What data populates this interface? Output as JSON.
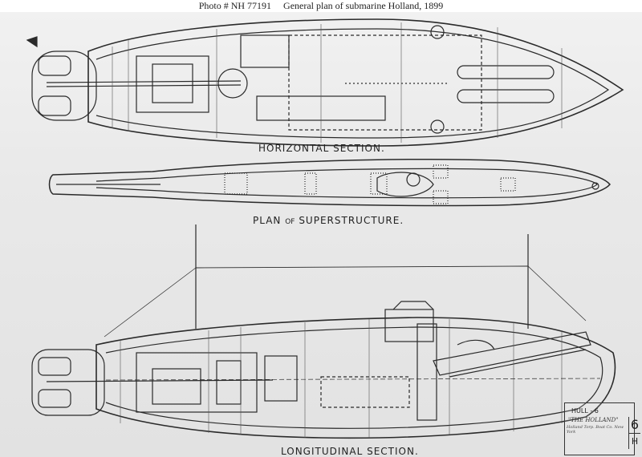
{
  "caption": {
    "photo_number": "Photo # NH 77191",
    "title": "General plan of submarine Holland, 1899"
  },
  "views": {
    "horizontal": "HORIZONTAL SECTION.",
    "plan_prefix": "PLAN",
    "plan_of": "OF",
    "plan_suffix": "SUPERSTRUCTURE.",
    "longitudinal": "LONGITUDINAL SECTION."
  },
  "title_block": {
    "hull": "HULL - 6",
    "name": "\"THE HOLLAND\"",
    "maker": "Holland Torp. Boat Co. New York",
    "sheet": "6",
    "sub": "H"
  },
  "colors": {
    "ink": "#2a2a2a",
    "paper": "#e8e8e8"
  }
}
